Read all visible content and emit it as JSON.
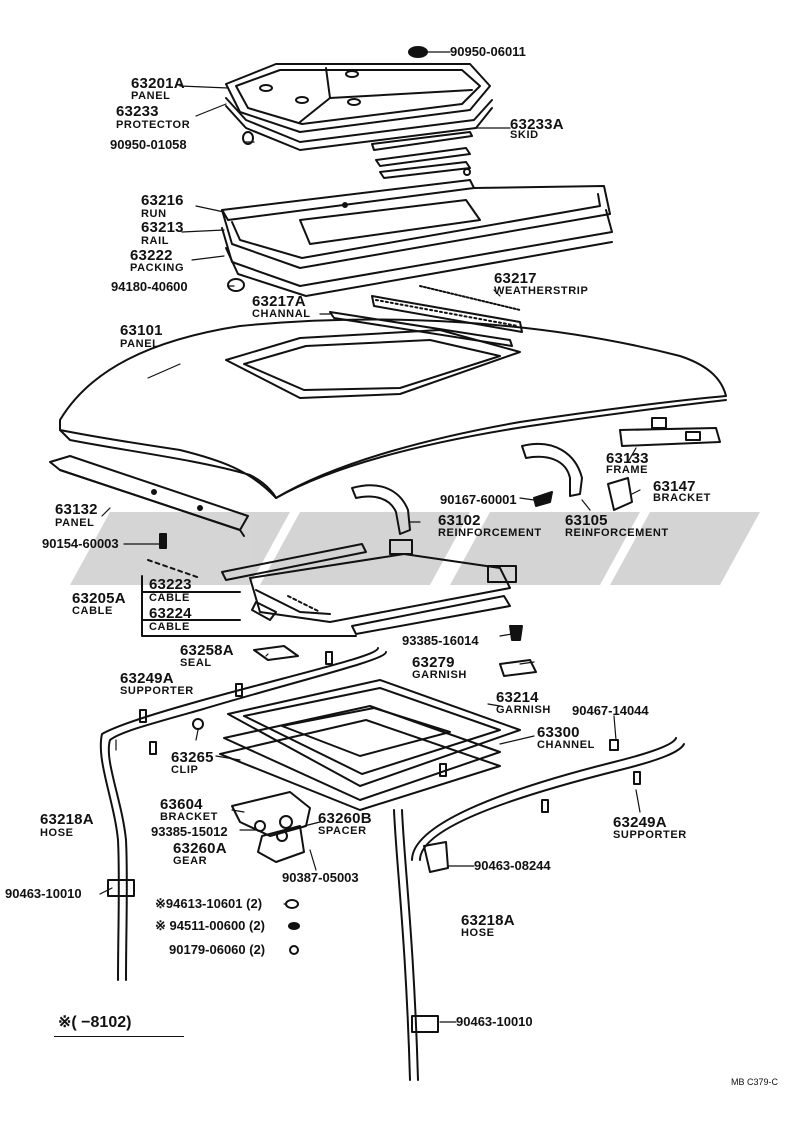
{
  "diagram": {
    "parts": [
      {
        "id": "p-90950-06011",
        "number": "90950-06011"
      },
      {
        "id": "p-63201A",
        "number": "63201A",
        "name": "PANEL"
      },
      {
        "id": "p-63233",
        "number": "63233",
        "name": "PROTECTOR"
      },
      {
        "id": "p-63233A",
        "number": "63233A",
        "name": "SKID"
      },
      {
        "id": "p-90950-01058",
        "number": "90950-01058"
      },
      {
        "id": "p-63216",
        "number": "63216",
        "name": "RUN"
      },
      {
        "id": "p-63213",
        "number": "63213",
        "name": "RAIL"
      },
      {
        "id": "p-63222",
        "number": "63222",
        "name": "PACKING"
      },
      {
        "id": "p-63217",
        "number": "63217",
        "name": "WEATHERSTRIP"
      },
      {
        "id": "p-94180-40600",
        "number": "94180-40600"
      },
      {
        "id": "p-63217A",
        "number": "63217A",
        "name": "CHANNAL"
      },
      {
        "id": "p-63101",
        "number": "63101",
        "name": "PANEL"
      },
      {
        "id": "p-63133",
        "number": "63133",
        "name": "FRAME"
      },
      {
        "id": "p-63147",
        "number": "63147",
        "name": "BRACKET"
      },
      {
        "id": "p-90167-60001",
        "number": "90167-60001"
      },
      {
        "id": "p-63132",
        "number": "63132",
        "name": "PANEL"
      },
      {
        "id": "p-63102",
        "number": "63102",
        "name": "REINFORCEMENT"
      },
      {
        "id": "p-63105",
        "number": "63105",
        "name": "REINFORCEMENT"
      },
      {
        "id": "p-90154-60003",
        "number": "90154-60003"
      },
      {
        "id": "p-63223",
        "number": "63223",
        "name": "CABLE"
      },
      {
        "id": "p-63205A",
        "number": "63205A",
        "name": "CABLE"
      },
      {
        "id": "p-63224",
        "number": "63224",
        "name": "CABLE"
      },
      {
        "id": "p-93385-16014",
        "number": "93385-16014"
      },
      {
        "id": "p-63258A",
        "number": "63258A",
        "name": "SEAL"
      },
      {
        "id": "p-63279",
        "number": "63279",
        "name": "GARNISH"
      },
      {
        "id": "p-63249A-l",
        "number": "63249A",
        "name": "SUPPORTER"
      },
      {
        "id": "p-63214",
        "number": "63214",
        "name": "GARNISH"
      },
      {
        "id": "p-90467-14044",
        "number": "90467-14044"
      },
      {
        "id": "p-63300",
        "number": "63300",
        "name": "CHANNEL"
      },
      {
        "id": "p-63265",
        "number": "63265",
        "name": "CLIP"
      },
      {
        "id": "p-63604",
        "number": "63604",
        "name": "BRACKET"
      },
      {
        "id": "p-63218A-l",
        "number": "63218A",
        "name": "HOSE"
      },
      {
        "id": "p-93385-15012",
        "number": "93385-15012"
      },
      {
        "id": "p-63260B",
        "number": "63260B",
        "name": "SPACER"
      },
      {
        "id": "p-63249A-r",
        "number": "63249A",
        "name": "SUPPORTER"
      },
      {
        "id": "p-63260A",
        "number": "63260A",
        "name": "GEAR"
      },
      {
        "id": "p-90387-05003",
        "number": "90387-05003"
      },
      {
        "id": "p-90463-08244",
        "number": "90463-08244"
      },
      {
        "id": "p-90463-10010-l",
        "number": "90463-10010"
      },
      {
        "id": "p-94613-10601",
        "number": "※94613-10601 (2)"
      },
      {
        "id": "p-94511-00600",
        "number": "※ 94511-00600 (2)"
      },
      {
        "id": "p-90179-06060",
        "number": "90179-06060 (2)"
      },
      {
        "id": "p-63218A-r",
        "number": "63218A",
        "name": "HOSE"
      },
      {
        "id": "p-90463-10010-r",
        "number": "90463-10010"
      }
    ],
    "footnote": "※(      −8102)",
    "ref_code": "MB  C379-C"
  }
}
